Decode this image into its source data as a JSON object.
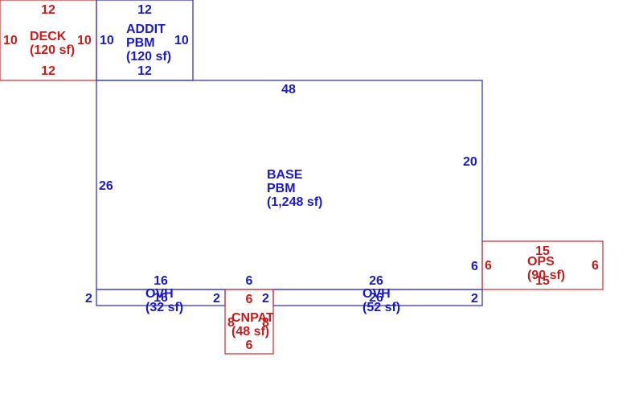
{
  "areas": {
    "deck": {
      "name": "DECK",
      "area": "(120 sf)",
      "top": "12",
      "bottom": "12",
      "left": "10",
      "right": "10"
    },
    "addit": {
      "name1": "ADDIT",
      "name2": "PBM",
      "area": "(120 sf)",
      "top": "12",
      "bottom": "12",
      "left": "10",
      "right": "10"
    },
    "base": {
      "name1": "BASE",
      "name2": "PBM",
      "area": "(1,248 sf)",
      "top": "48",
      "left": "26",
      "right": "20",
      "right_lower": "6"
    },
    "ovh1": {
      "name": "OVH",
      "area": "(32 sf)",
      "top": "16",
      "bottom": "16",
      "left": "2",
      "right": "2"
    },
    "ovh2": {
      "name": "OVH",
      "area": "(52 sf)",
      "top": "26",
      "bottom": "26",
      "left": "2",
      "right": "2"
    },
    "cnpat": {
      "name": "CNPAT",
      "area": "(48 sf)",
      "top": "6",
      "top_blue": "6",
      "bottom": "6",
      "left": "8",
      "right": "8"
    },
    "ops": {
      "name": "OPS",
      "area": "(90 sf)",
      "top": "15",
      "bottom": "15",
      "left": "6",
      "right": "6"
    }
  },
  "colors": {
    "blue": "#1a1acc",
    "red": "#cc1a1a"
  }
}
